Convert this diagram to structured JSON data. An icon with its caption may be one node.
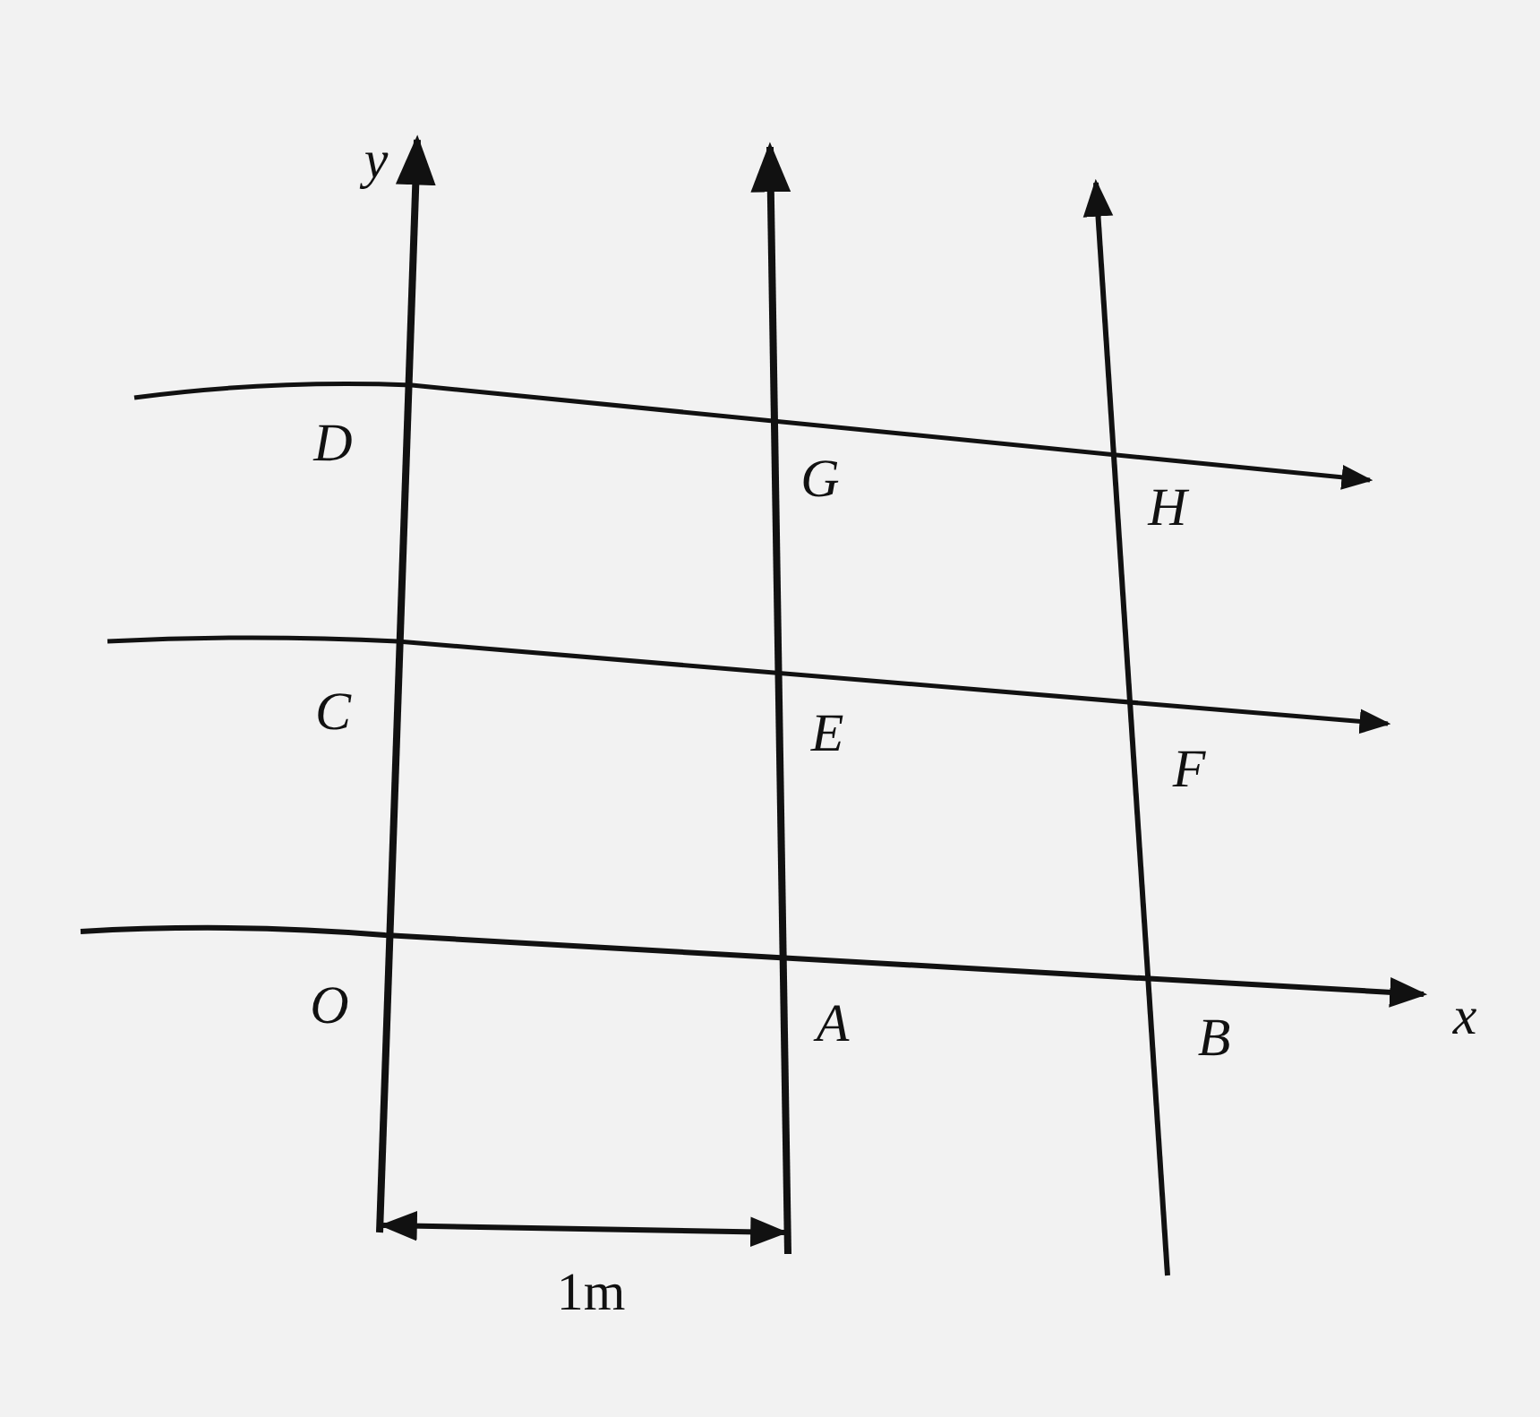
{
  "diagram": {
    "labels": [
      "y",
      "D",
      "G",
      "H",
      "C",
      "E",
      "F",
      "O",
      "A",
      "B",
      "x",
      "1m"
    ]
  }
}
